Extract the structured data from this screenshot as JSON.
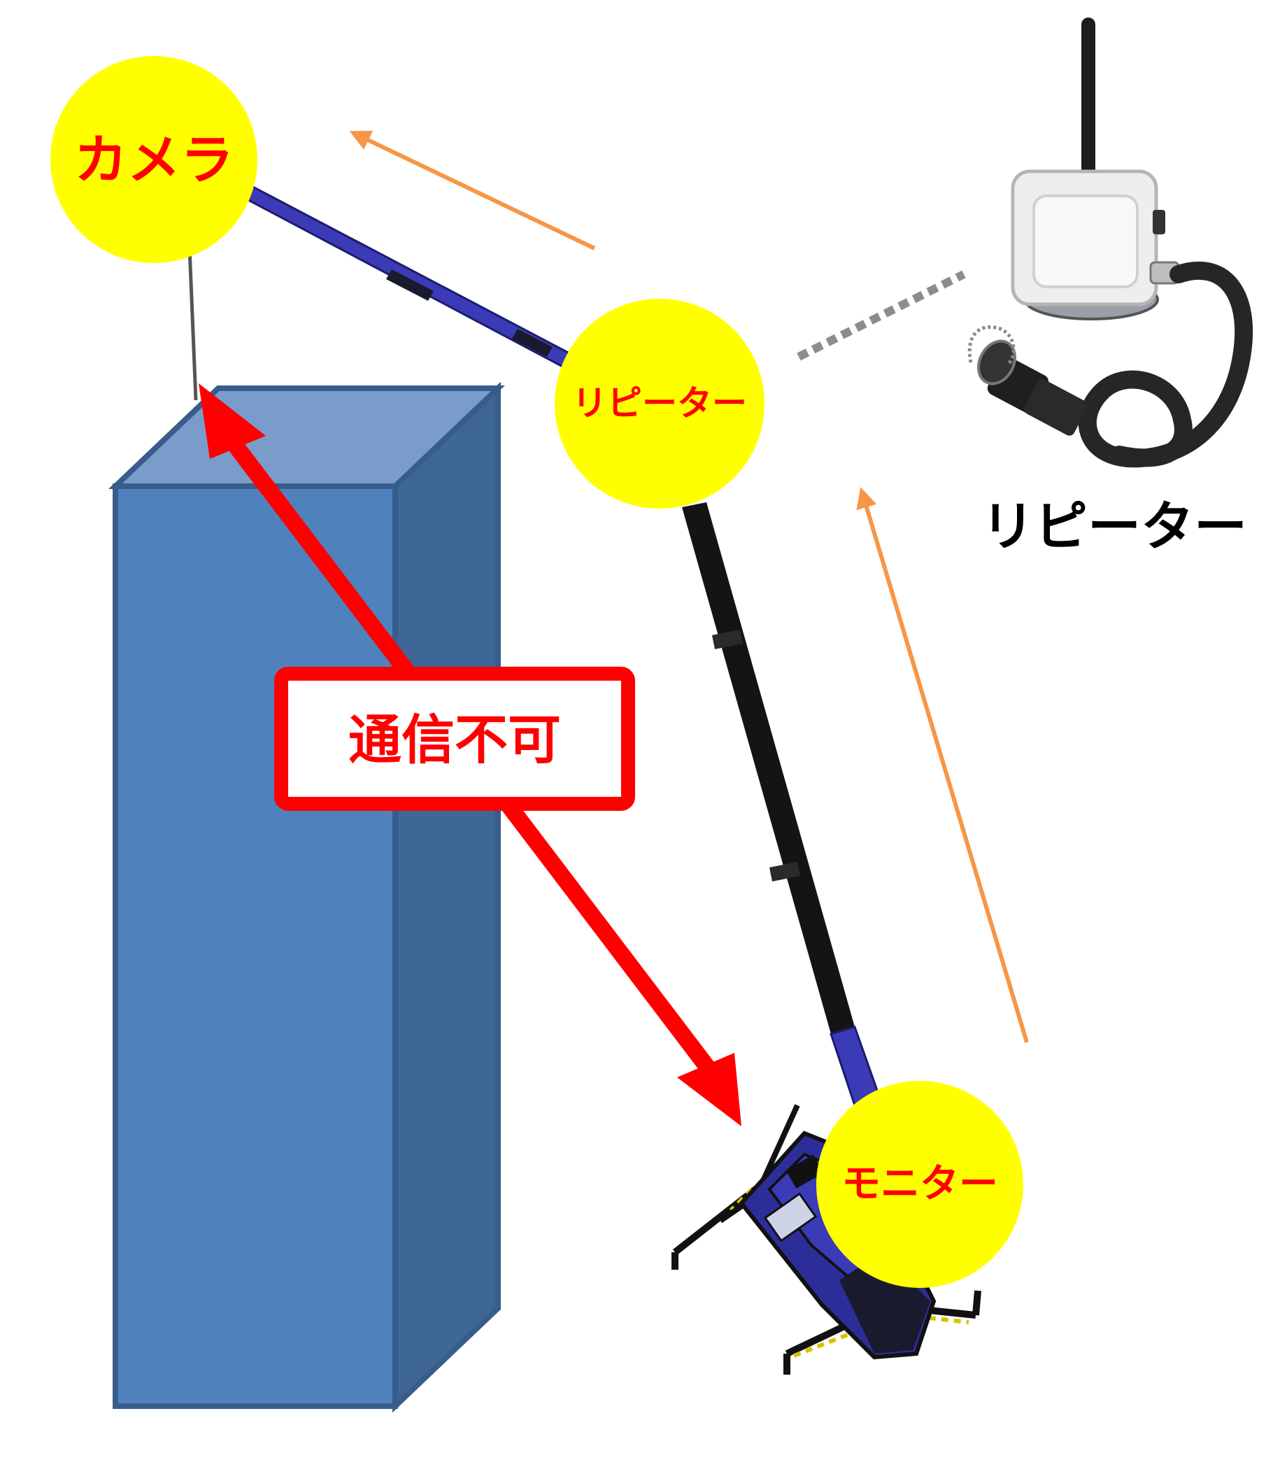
{
  "labels": {
    "camera": "カメラ",
    "repeater_node": "リピーター",
    "monitor": "モニター",
    "no_comm": "通信不可",
    "repeater_product": "リピーター"
  },
  "colors": {
    "node_fill": "#ffff00",
    "node_text": "#ff0000",
    "block_front": "#4f81bd",
    "block_side": "#3e6696",
    "block_top": "#7a9ccb",
    "block_edge": "#385d8a",
    "red_arrow": "#ff0000",
    "orange_arrow": "#f79646",
    "boom_blue": "#3b3bb8",
    "boom_black": "#141414",
    "dotted_link": "#8c8c8c",
    "product_label": "#000000"
  }
}
